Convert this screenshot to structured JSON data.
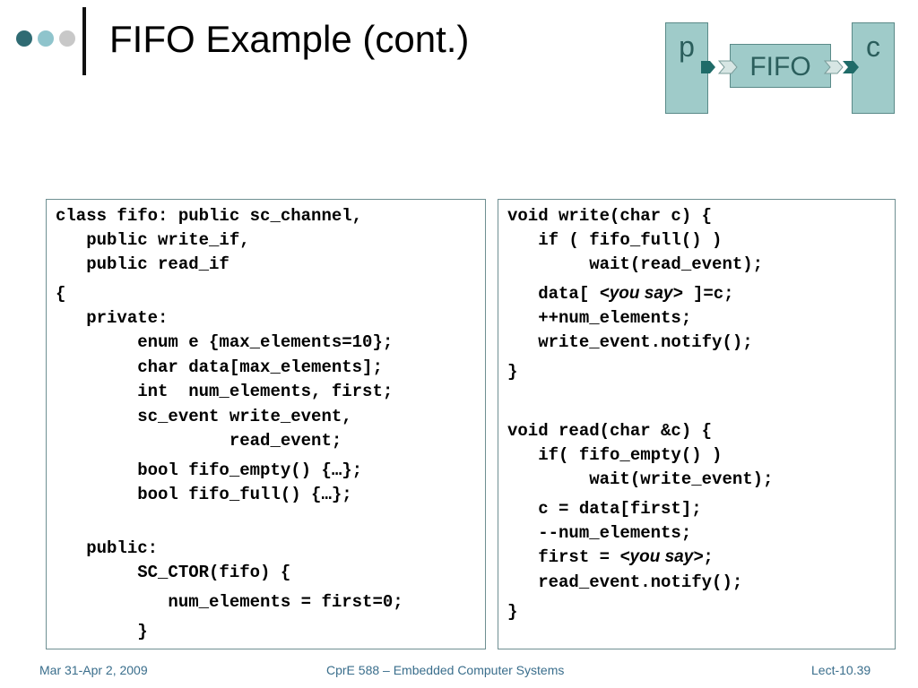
{
  "slide": {
    "title": "FIFO Example (cont.)"
  },
  "diagram": {
    "producer_label": "p",
    "fifo_label": "FIFO",
    "consumer_label": "c"
  },
  "code_left": {
    "lines": [
      "class fifo: public sc_channel,",
      "   public write_if,",
      "   public read_if",
      "{",
      "   private:",
      "        enum e {max_elements=10};",
      "        char data[max_elements];",
      "        int  num_elements, first;",
      "        sc_event write_event,",
      "                 read_event;",
      "        bool fifo_empty() {…};",
      "        bool fifo_full() {…};",
      "   public:",
      "        SC_CTOR(fifo) {",
      "           num_elements = first=0;",
      "        }"
    ]
  },
  "code_right": {
    "lines": [
      "void write(char c) {",
      "   if ( fifo_full() )",
      "        wait(read_event);",
      "   data[ ",
      "<you say>",
      " ]=c;",
      "   ++num_elements;",
      "   write_event.notify();",
      "}",
      "void read(char &c) {",
      "   if( fifo_empty() )",
      "        wait(write_event);",
      "   c = data[first];",
      "   --num_elements;",
      "   first = ",
      "<you say>",
      ";",
      "   read_event.notify();",
      "}"
    ]
  },
  "footer": {
    "date": "Mar 31-Apr 2, 2009",
    "course": "CprE 588 – Embedded Computer Systems",
    "lecture": "Lect-10.39"
  },
  "colors": {
    "dot_dark": "#2f6b73",
    "dot_mid": "#8fc4cc",
    "dot_light": "#c8c8c8",
    "box_fill": "#9fcbc9",
    "box_text": "#2b5e5c",
    "arrow_dark": "#1f6b68",
    "footer_text": "#3a6e8c"
  }
}
